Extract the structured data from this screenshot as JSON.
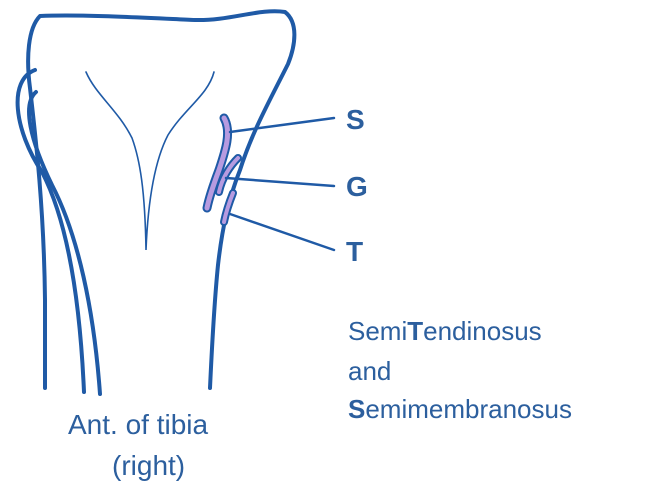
{
  "diagram": {
    "caption": {
      "line1": "Ant. of tibia",
      "line2": "(right)"
    },
    "tendon_labels": {
      "s": "S",
      "g": "G",
      "t": "T"
    },
    "note": {
      "line1_before": "Semi",
      "line1_bold": "T",
      "line1_after": "endinosus",
      "line2": "and",
      "line3_bold": "S",
      "line3_after": "emimembranosus"
    }
  },
  "colors": {
    "outline": "#1f5aa6",
    "tendon_fill": "#b79be0",
    "text": "#2c5f9e"
  }
}
